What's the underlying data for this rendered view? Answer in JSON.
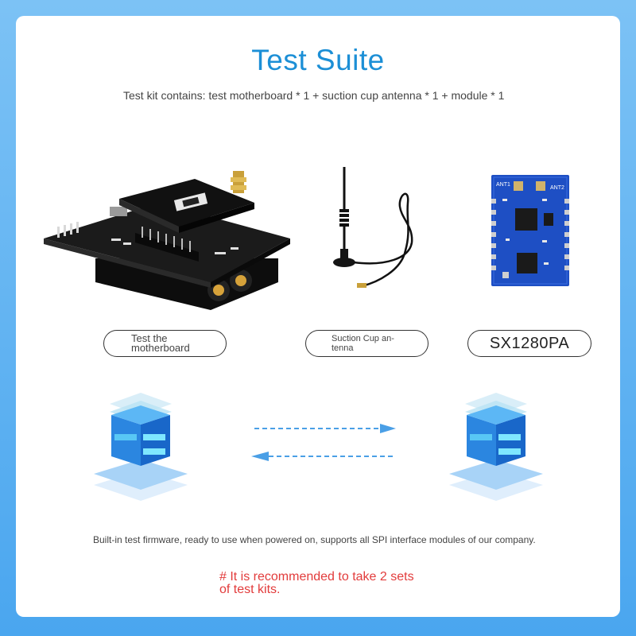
{
  "title": "Test Suite",
  "kit_description": "Test kit contains: test motherboard * 1 + suction cup antenna * 1 + module * 1",
  "items": [
    {
      "label": "Test the motherboard"
    },
    {
      "label": "Suction Cup an-tenna"
    },
    {
      "label": "SX1280PA"
    }
  ],
  "module": {
    "ant1": "ANT1",
    "ant2": "ANT2"
  },
  "firmware_text": "Built-in test firmware, ready to use when powered on, supports all SPI interface modules of our company.",
  "recommendation": "# It is recommended to take 2 sets of test kits.",
  "colors": {
    "title": "#1c8fd6",
    "note": "#e23b3b",
    "background": "#5bb0f2",
    "arrow": "#4a9fe6"
  }
}
